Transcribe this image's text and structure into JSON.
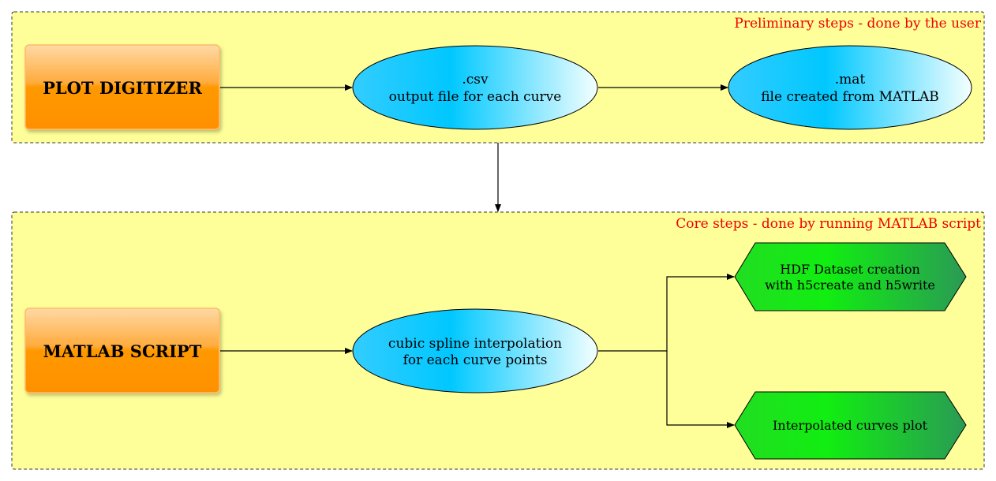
{
  "panels": {
    "preliminary_title": "Preliminary steps - done by the user",
    "core_title": "Core steps - done by running MATLAB script"
  },
  "nodes": {
    "plot_digitizer": "PLOT DIGITIZER",
    "csv": {
      "line1": ".csv",
      "line2": "output file for each curve"
    },
    "mat": {
      "line1": ".mat",
      "line2": "file created from MATLAB"
    },
    "matlab_script": "MATLAB SCRIPT",
    "spline": {
      "line1": "cubic spline interpolation",
      "line2": "for each curve points"
    },
    "hdf": {
      "line1": "HDF Dataset creation",
      "line2": "with h5create and h5write"
    },
    "plot": "Interpolated curves plot"
  },
  "colors": {
    "panel_fill": "#ffff99",
    "panel_title": "#ee0000",
    "box_orange": "#ff9900",
    "ellipse_blue": "#00ccff",
    "hex_green": "#11ee11"
  }
}
